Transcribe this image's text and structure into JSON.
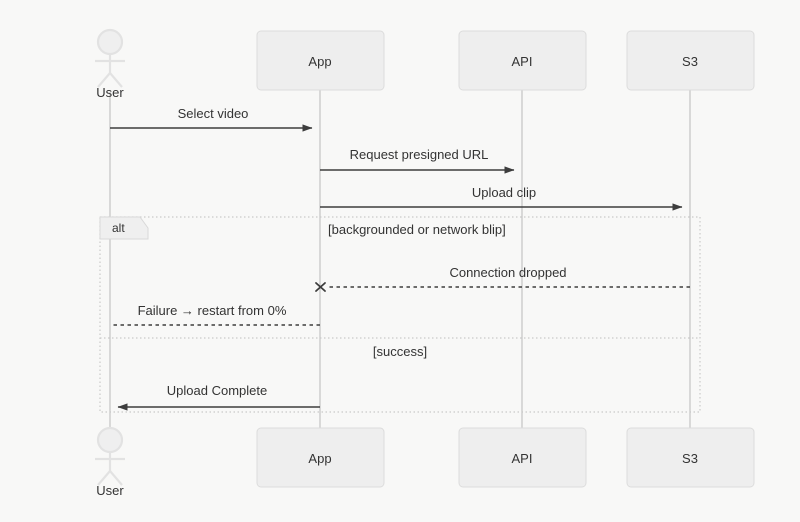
{
  "diagram": {
    "type": "sequence-diagram",
    "background_color": "#f8f8f7",
    "box_fill_color": "#eeeeee",
    "box_stroke_color": "#dcdcdc",
    "lifeline_color": "#c8c8c8",
    "message_color": "#3d3d3d",
    "frame_color": "#c9c9c9",
    "text_color": "#333333"
  },
  "participants": [
    {
      "id": "user",
      "label": "User",
      "kind": "actor"
    },
    {
      "id": "app",
      "label": "App",
      "kind": "box"
    },
    {
      "id": "api",
      "label": "API",
      "kind": "box"
    },
    {
      "id": "s3",
      "label": "S3",
      "kind": "box"
    }
  ],
  "messages": [
    {
      "id": "m1",
      "label": "Select video",
      "from": "user",
      "to": "app",
      "style": "solid",
      "direction": "right"
    },
    {
      "id": "m2",
      "label": "Request presigned URL",
      "from": "app",
      "to": "api",
      "style": "solid",
      "direction": "right"
    },
    {
      "id": "m3",
      "label": "Upload clip",
      "from": "app",
      "to": "s3",
      "style": "solid",
      "direction": "right"
    },
    {
      "id": "m4",
      "label": "Connection dropped",
      "from": "s3",
      "to": "app",
      "style": "dashed",
      "direction": "left",
      "endpoint_marker": "x"
    },
    {
      "id": "m5",
      "label": "Failure → restart from 0%",
      "from": "app",
      "to": "user",
      "style": "dashed",
      "direction": "left"
    },
    {
      "id": "m6",
      "label": "Upload Complete",
      "from": "app",
      "to": "user",
      "style": "solid",
      "direction": "left"
    }
  ],
  "fragment": {
    "operator": "alt",
    "conditions": [
      {
        "id": "c1",
        "label": "[backgrounded or network blip]"
      },
      {
        "id": "c2",
        "label": "[success]"
      }
    ]
  }
}
